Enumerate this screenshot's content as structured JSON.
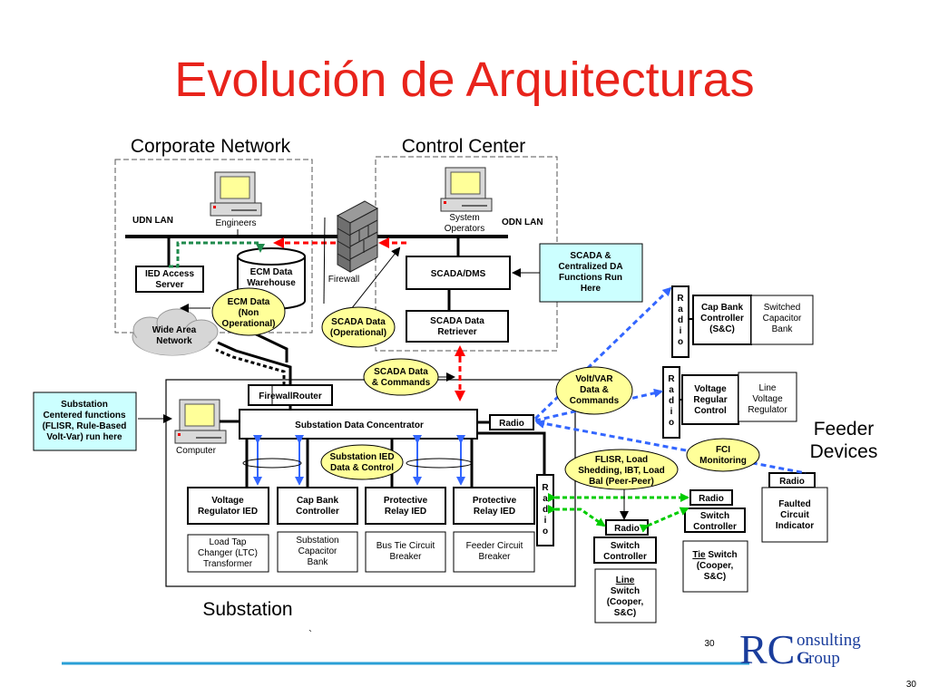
{
  "title": "Evolución de Arquitecturas",
  "sections": {
    "corporate": "Corporate Network",
    "control": "Control Center",
    "substation": "Substation",
    "feeder_devices": [
      "Feeder",
      "Devices"
    ]
  },
  "lan": {
    "udn": "UDN LAN",
    "odn": "ODN LAN"
  },
  "computers": {
    "engineers": "Engineers",
    "system_operators": [
      "System",
      "Operators"
    ],
    "substation": "Computer"
  },
  "corporate_boxes": {
    "ied_access_server": [
      "IED Access",
      "Server"
    ],
    "ecm_warehouse": [
      "ECM Data",
      "Warehouse"
    ]
  },
  "firewall_label": "Firewall",
  "control_boxes": {
    "scada_dms": "SCADA/DMS",
    "scada_retriever": [
      "SCADA Data",
      "Retriever"
    ],
    "scada_central": [
      "SCADA &",
      "Centralized DA",
      "Functions Run",
      "Here"
    ]
  },
  "ovals": {
    "ecm_data": [
      "ECM Data",
      "(Non",
      "Operational)"
    ],
    "scada_data_op": [
      "SCADA Data",
      "(Operational)"
    ],
    "scada_commands": [
      "SCADA Data",
      "& Commands"
    ],
    "volt_var": [
      "Volt/VAR",
      "Data &",
      "Commands"
    ],
    "substation_ied": [
      "Substation IED",
      "Data & Control"
    ],
    "fci_monitoring": [
      "FCI",
      "Monitoring"
    ],
    "flisr": [
      "FLISR, Load",
      "Shedding, IBT, Load",
      "Bal (Peer-Peer)"
    ]
  },
  "wan": [
    "Wide Area",
    "Network"
  ],
  "substation_functions": [
    "Substation",
    "Centered functions",
    "(FLISR, Rule-Based",
    "Volt-Var) run here"
  ],
  "firewall_router": "FirewallRouter",
  "concentrator": "Substation Data Concentrator",
  "radio": "Radio",
  "radio_letters": [
    "R",
    "a",
    "d",
    "i",
    "o"
  ],
  "ieds": [
    {
      "name": [
        "Voltage",
        "Regulator IED"
      ],
      "device": [
        "Load Tap",
        "Changer (LTC)",
        "Transformer"
      ]
    },
    {
      "name": [
        "Cap Bank",
        "Controller"
      ],
      "device": [
        "Substation",
        "Capacitor",
        "Bank"
      ]
    },
    {
      "name": [
        "Protective",
        "Relay IED"
      ],
      "device": [
        "Bus Tie Circuit",
        "Breaker"
      ]
    },
    {
      "name": [
        "Protective",
        "Relay IED"
      ],
      "device": [
        "Feeder Circuit",
        "Breaker"
      ]
    }
  ],
  "feeder": {
    "cap_bank": {
      "controller": [
        "Cap Bank",
        "Controller",
        "(S&C)"
      ],
      "device": [
        "Switched",
        "Capacitor",
        "Bank"
      ]
    },
    "voltage_reg": {
      "controller": [
        "Voltage",
        "Regular",
        "Control"
      ],
      "device": [
        "Line",
        "Voltage",
        "Regulator"
      ]
    },
    "fci": [
      "Faulted",
      "Circuit",
      "Indicator"
    ],
    "switch_controller": [
      "Switch",
      "Controller"
    ],
    "line_switch": {
      "underline": "Line",
      "rest": [
        "Switch",
        "(Cooper,",
        "S&C)"
      ]
    },
    "tie_switch": {
      "underline": "Tie",
      "rest_first": " Switch",
      "rest": [
        "(Cooper,",
        "S&C)"
      ]
    }
  },
  "backtick": "`",
  "slide_num_inner": "30",
  "slide_num": "30",
  "logo": {
    "letters": "RC",
    "onsulting": "onsulting",
    "g": "G",
    "roup": "roup"
  },
  "colors": {
    "title": "#e8231b",
    "oval": "#ffff99",
    "cyan_box": "#ccffff",
    "blue_link": "#3366ff",
    "green_link": "#00cc00",
    "red_link": "#ff0000",
    "logo": "#1a3d9c"
  }
}
